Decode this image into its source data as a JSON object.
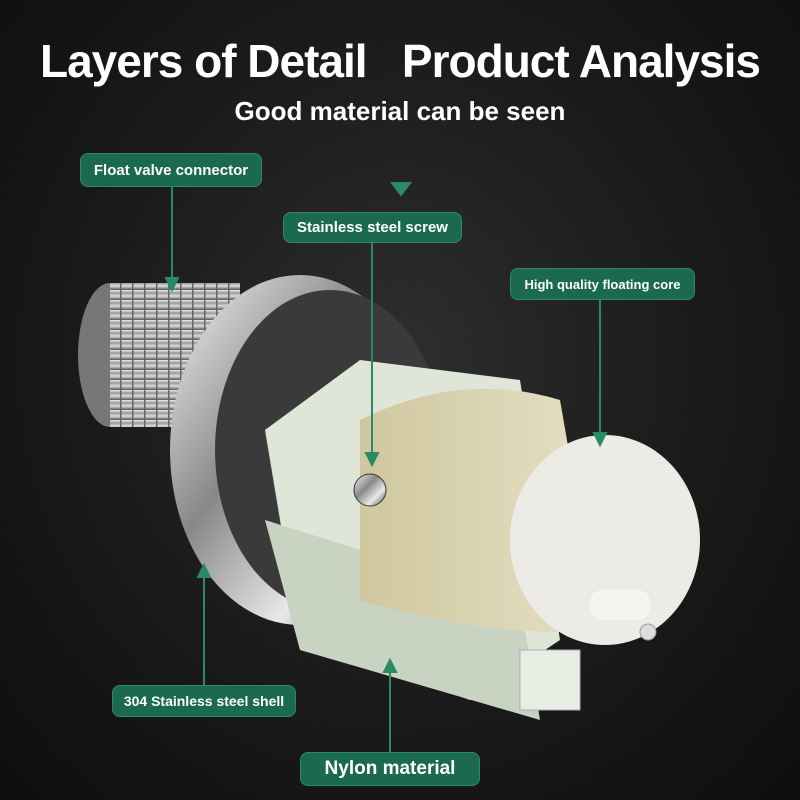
{
  "header": {
    "title": "Layers of Detail   Product Analysis",
    "subtitle": "Good material can be seen"
  },
  "labels": {
    "float_valve_connector": "Float valve connector",
    "stainless_steel_screw": "Stainless steel screw",
    "floating_core": "High quality floating core",
    "shell": "304 Stainless steel shell",
    "nylon": "Nylon material"
  },
  "colors": {
    "label_bg": "#1c6a4e",
    "line": "#2a8a65"
  }
}
